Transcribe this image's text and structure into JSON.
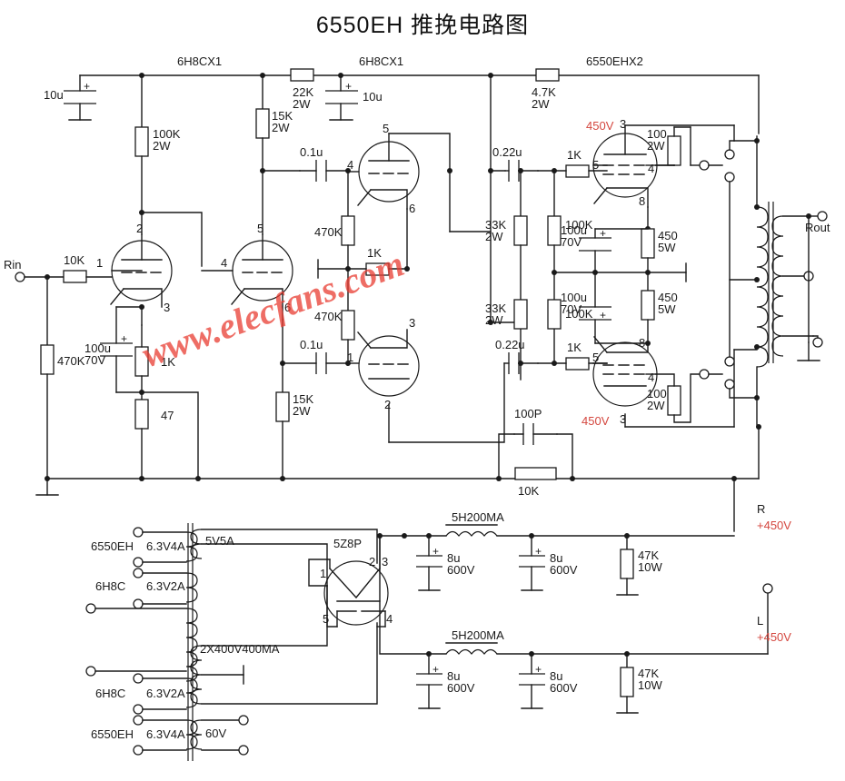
{
  "title": "6550EH 推挽电路图",
  "watermark": "www.elecfans.com",
  "section_headers": {
    "input_stage": "6H8CX1",
    "driver_stage": "6H8CX1",
    "output_stage": "6550EHX2"
  },
  "terminals": {
    "input": "Rin",
    "output": "Rout",
    "rail_r": "R",
    "rail_r_v": "+450V",
    "rail_l": "L",
    "rail_l_v": "+450V"
  },
  "voltages": {
    "v1_plate": "450V",
    "v2_plate": "450V"
  },
  "input_stage": {
    "decoupling_cap": "10u",
    "plate_load": "100K",
    "plate_load_w": "2W",
    "grid_stopper": "10K",
    "grid_leak": "470K",
    "cathode_cap": "100u",
    "cathode_cap_v": "70V",
    "cathode_r1": "1K",
    "cathode_r2": "47",
    "plate_r2": "15K",
    "plate_r2_w": "2W",
    "supply_r": "22K",
    "supply_r_w": "2W"
  },
  "driver_stage": {
    "decoupling_cap": "10u",
    "coupling_cap_top": "0.1u",
    "coupling_cap_bot": "0.1u",
    "grid_leak_top": "470K",
    "grid_leak_bot": "470K",
    "cathode_r": "1K",
    "plate_r_bot": "15K",
    "plate_r_bot_w": "2W",
    "supply_r": "4.7K",
    "supply_r_w": "2W"
  },
  "output_stage": {
    "coupling_cap_top": "0.22u",
    "coupling_cap_bot": "0.22u",
    "grid_r_top": "33K",
    "grid_r_top_w": "2W",
    "grid_r_bot": "33K",
    "grid_r_bot_w": "2W",
    "grid_leak_top": "100K",
    "grid_leak_bot": "100K",
    "grid_stop_top": "1K",
    "grid_stop_bot": "1K",
    "screen_r_top": "100",
    "screen_r_top_w": "2W",
    "screen_r_bot": "100",
    "screen_r_bot_w": "2W",
    "bias_cap_top": "100u",
    "bias_cap_top_v": "70V",
    "bias_cap_bot": "100u",
    "bias_cap_bot_v": "70V",
    "cathode_r_top": "450",
    "cathode_r_top_w": "5W",
    "cathode_r_bot": "450",
    "cathode_r_bot_w": "5W"
  },
  "feedback": {
    "cap": "100P",
    "resistor": "10K"
  },
  "power_transformer": {
    "primary_windings": [
      {
        "tube": "6550EH",
        "spec": "6.3V4A"
      },
      {
        "tube": "6H8C",
        "spec": "6.3V2A"
      },
      {
        "tube": "6H8C",
        "spec": "6.3V2A"
      },
      {
        "tube": "6550EH",
        "spec": "6.3V4A"
      }
    ],
    "secondary_windings": [
      {
        "spec": "5V5A"
      },
      {
        "spec": "2X400V400MA"
      },
      {
        "spec": "60V"
      }
    ],
    "rectifier": "5Z8P"
  },
  "psu_filter": {
    "choke_top": "5H200MA",
    "choke_bot": "5H200MA",
    "cap_t1": "8u",
    "cap_t1_v": "600V",
    "cap_t2": "8u",
    "cap_t2_v": "600V",
    "cap_b1": "8u",
    "cap_b1_v": "600V",
    "cap_b2": "8u",
    "cap_b2_v": "600V",
    "bleeder_top": "47K",
    "bleeder_top_w": "10W",
    "bleeder_bot": "47K",
    "bleeder_bot_w": "10W"
  },
  "pin_numbers": {
    "v1a": [
      "1",
      "2",
      "3"
    ],
    "v1b": [
      "4",
      "5",
      "6"
    ],
    "v2a": [
      "4",
      "5",
      "6"
    ],
    "v2b": [
      "1",
      "2",
      "3"
    ],
    "v3": [
      "3",
      "4",
      "5",
      "8"
    ],
    "v4": [
      "3",
      "4",
      "5",
      "8"
    ],
    "rect": [
      "1",
      "2",
      "3",
      "4",
      "5"
    ]
  },
  "colors": {
    "wire": "#1a1a1a",
    "voltage_red": "#d4473f",
    "watermark": "#e83c32"
  }
}
